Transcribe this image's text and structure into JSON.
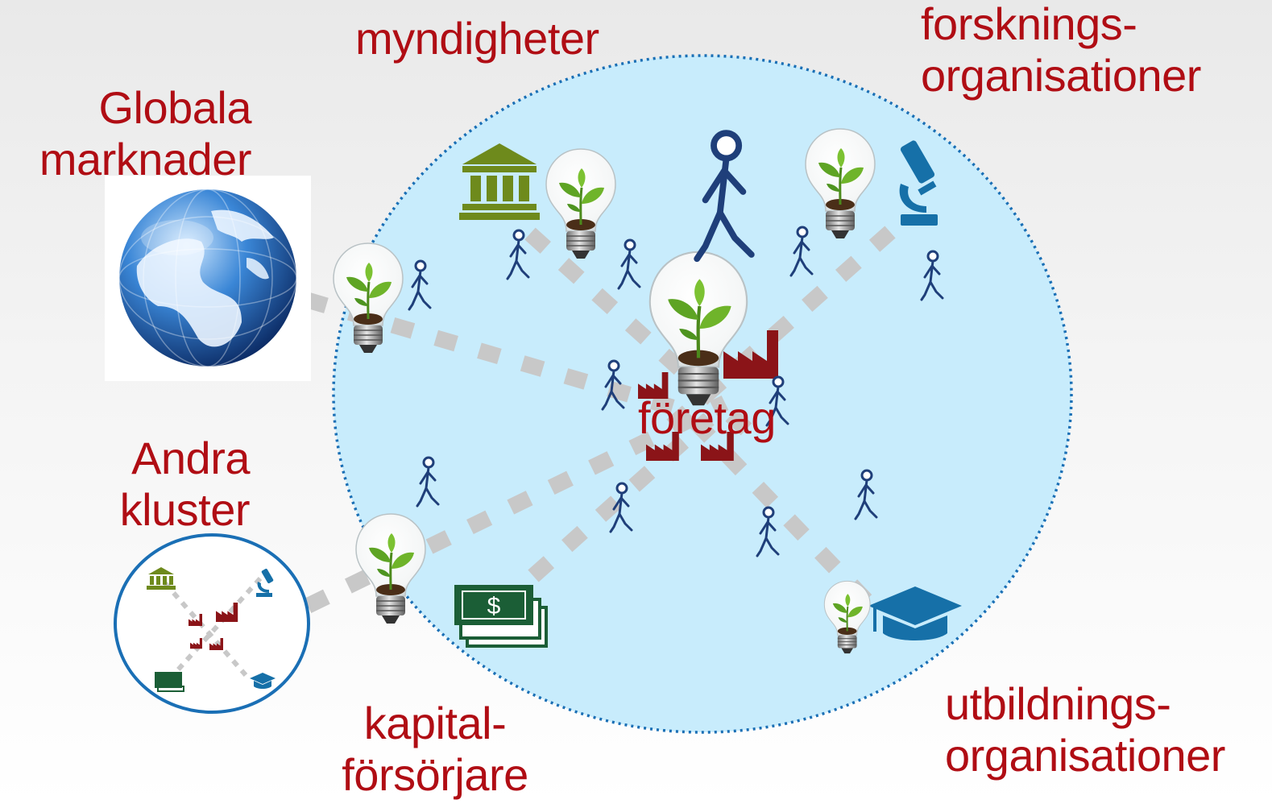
{
  "labels": {
    "myndigheter": "myndigheter",
    "forsknings_line1": "forsknings-",
    "forsknings_line2": "organisationer",
    "globala_line1": "Globala",
    "globala_line2": "marknader",
    "andra_line1": "Andra",
    "andra_line2": "kluster",
    "foretag": "företag",
    "kapital_line1": "kapital-",
    "kapital_line2": "försörjare",
    "utbildnings_line1": "utbildnings-",
    "utbildnings_line2": "organisationer"
  },
  "icons": {
    "money_symbol": "$"
  },
  "colors": {
    "label_red": "#b00d14",
    "cluster_fill": "#c8ecfc",
    "cluster_border": "#1a6fb5",
    "connector_gray": "#c8c8c8",
    "factory_red": "#8b1418",
    "government_green": "#6e8a1c",
    "science_blue": "#1670a8",
    "money_green": "#1b5e36",
    "person_blue": "#1f3f7a"
  }
}
